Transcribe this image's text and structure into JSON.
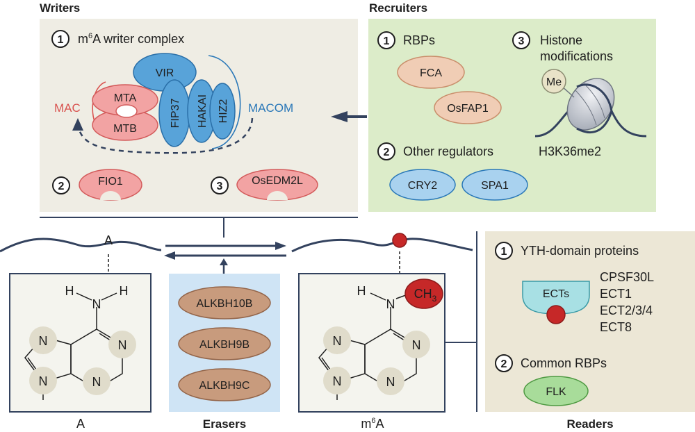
{
  "writers": {
    "title": "Writers",
    "complex_num": "1",
    "complex_title": "m6A writer complex",
    "mac": "MAC",
    "macom": "MACOM",
    "vir": "VIR",
    "mta": "MTA",
    "mtb": "MTB",
    "fip37": "FIP37",
    "hakai": "HAKAI",
    "hiz2": "HIZ2",
    "fio1_num": "2",
    "fio1": "FIO1",
    "osedm_num": "3",
    "osedm": "OsEDM2L"
  },
  "recruiters": {
    "title": "Recruiters",
    "rbps_num": "1",
    "rbps": "RBPs",
    "fca": "FCA",
    "osfap1": "OsFAP1",
    "other_num": "2",
    "other": "Other regulators",
    "cry2": "CRY2",
    "spa1": "SPA1",
    "histone_num": "3",
    "histone_line1": "Histone",
    "histone_line2": "modifications",
    "me": "Me",
    "h3k36": "H3K36me2"
  },
  "erasers": {
    "title": "Erasers",
    "items": [
      "ALKBH10B",
      "ALKBH9B",
      "ALKBH9C"
    ]
  },
  "adenosine": {
    "rna_mark": "A",
    "caption": "A",
    "h_left": "H",
    "n_amine": "N",
    "h_right": "H",
    "ring_n1": "N",
    "ring_n3": "N",
    "ring_n7": "N",
    "ring_n9": "N"
  },
  "m6a": {
    "caption": "m6A",
    "h_left": "H",
    "n_amine": "N",
    "ch3": "CH3",
    "ring_n1": "N",
    "ring_n3": "N",
    "ring_n7": "N",
    "ring_n9": "N"
  },
  "readers": {
    "title": "Readers",
    "yth_num": "1",
    "yth": "YTH-domain proteins",
    "ects": "ECTs",
    "ect_list": [
      "CPSF30L",
      "ECT1",
      "ECT2/3/4",
      "ECT8"
    ],
    "common_num": "2",
    "common": "Common RBPs",
    "flk": "FLK"
  },
  "colors": {
    "writer_panel": "#efede4",
    "recruiter_panel": "#dcecc9",
    "eraser_panel": "#cfe4f5",
    "reader_panel": "#ece7d6",
    "red_protein": "#f2a3a3",
    "blue_protein": "#58a3d9",
    "tan_protein": "#f0cdb5",
    "eraser_protein": "#c89b7d",
    "dark_line": "#33425e",
    "red_label": "#d9534f",
    "blue_label": "#2a78b8"
  }
}
